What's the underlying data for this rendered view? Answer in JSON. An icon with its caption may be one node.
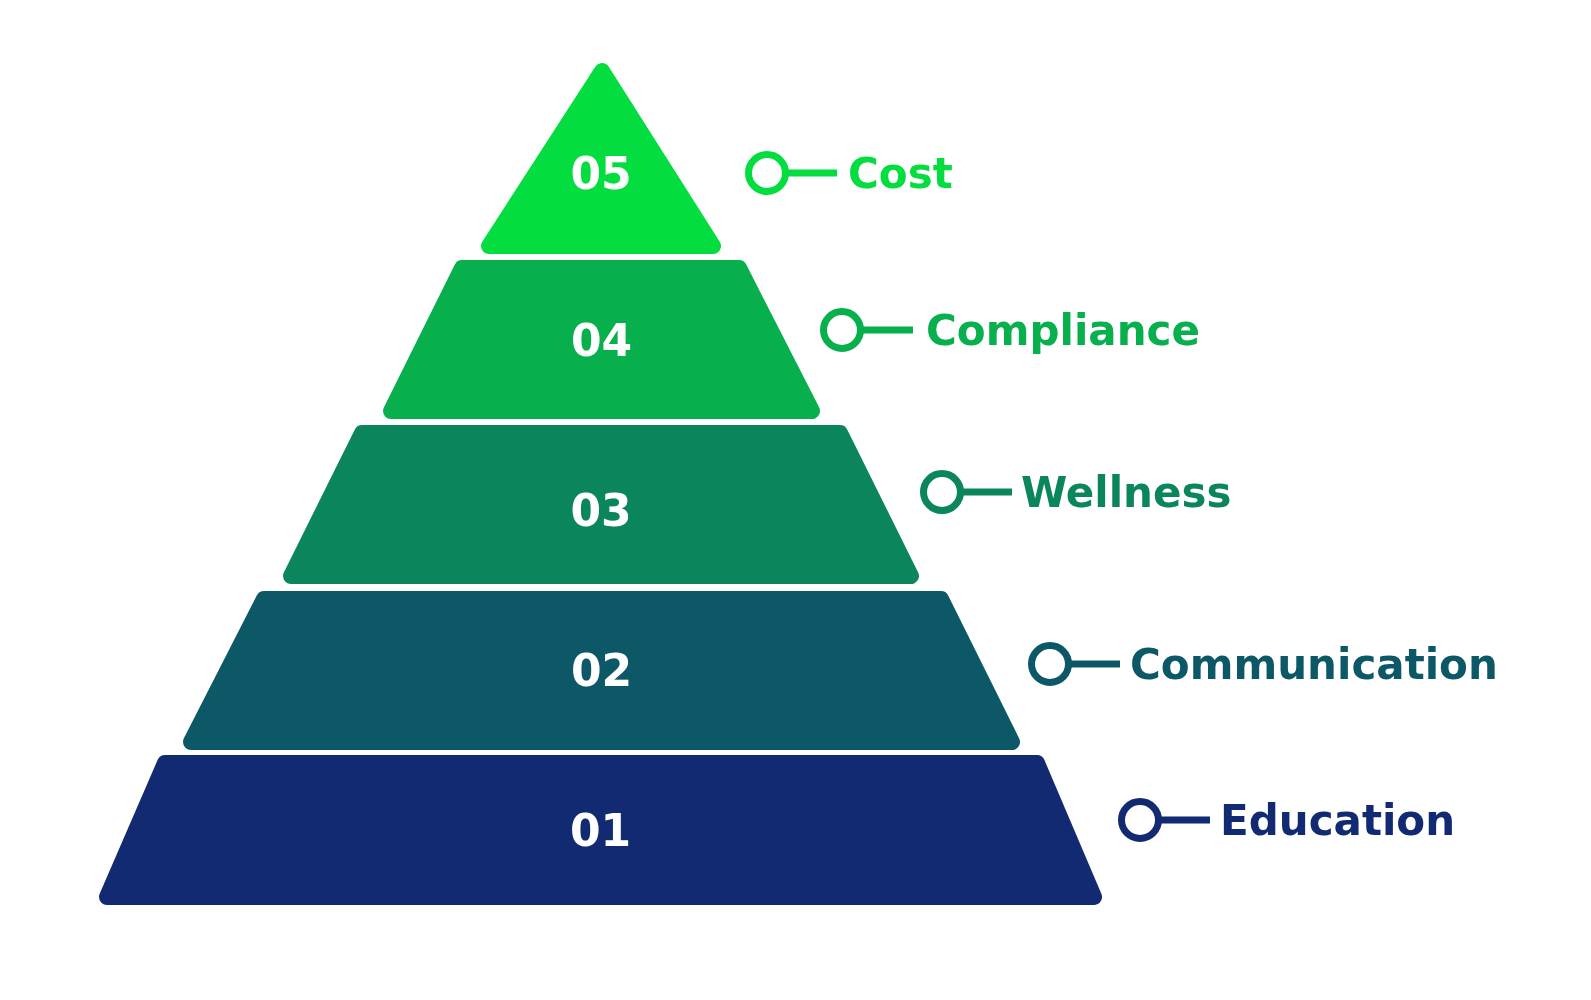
{
  "diagram": {
    "nodes": [
      {
        "text": [
          "05"
        ],
        "beside": [
          "Cost"
        ]
      },
      {
        "text": [
          "04"
        ],
        "beside": [
          "Compliance"
        ]
      },
      {
        "text": [
          "03"
        ],
        "beside": [
          "Wellness"
        ]
      },
      {
        "text": [
          "02"
        ],
        "beside": [
          "Communication"
        ]
      },
      {
        "text": [
          "01"
        ],
        "beside": [
          "Education"
        ]
      }
    ]
  }
}
